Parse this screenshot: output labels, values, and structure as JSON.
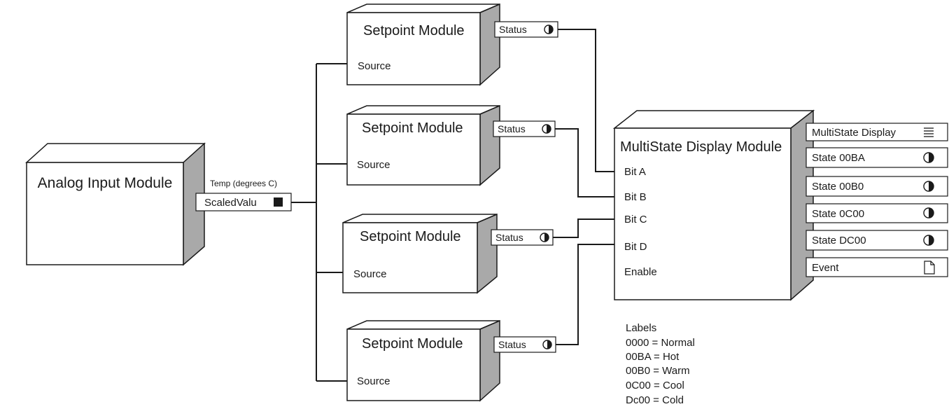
{
  "analog_input": {
    "title": "Analog Input Module",
    "output_caption": "Temp (degrees C)",
    "output_label": "ScaledValu"
  },
  "setpoints": [
    {
      "title": "Setpoint Module",
      "input_label": "Source",
      "output_label": "Status"
    },
    {
      "title": "Setpoint Module",
      "input_label": "Source",
      "output_label": "Status"
    },
    {
      "title": "Setpoint Module",
      "input_label": "Source",
      "output_label": "Status"
    },
    {
      "title": "Setpoint Module",
      "input_label": "Source",
      "output_label": "Status"
    }
  ],
  "multistate": {
    "title": "MultiState Display Module",
    "inputs": [
      "Bit A",
      "Bit B",
      "Bit C",
      "Bit D",
      "Enable"
    ],
    "outputs": [
      {
        "label": "MultiState Display",
        "icon": "list-icon"
      },
      {
        "label": "State 00BA",
        "icon": "half-circle-icon"
      },
      {
        "label": "State 00B0",
        "icon": "half-circle-icon"
      },
      {
        "label": "State 0C00",
        "icon": "half-circle-icon"
      },
      {
        "label": "State DC00",
        "icon": "half-circle-icon"
      },
      {
        "label": "Event",
        "icon": "document-icon"
      }
    ]
  },
  "labels_legend": [
    "Labels",
    "0000 = Normal",
    "00BA = Hot",
    "00B0 = Warm",
    "0C00 = Cool",
    "Dc00 = Cold"
  ]
}
